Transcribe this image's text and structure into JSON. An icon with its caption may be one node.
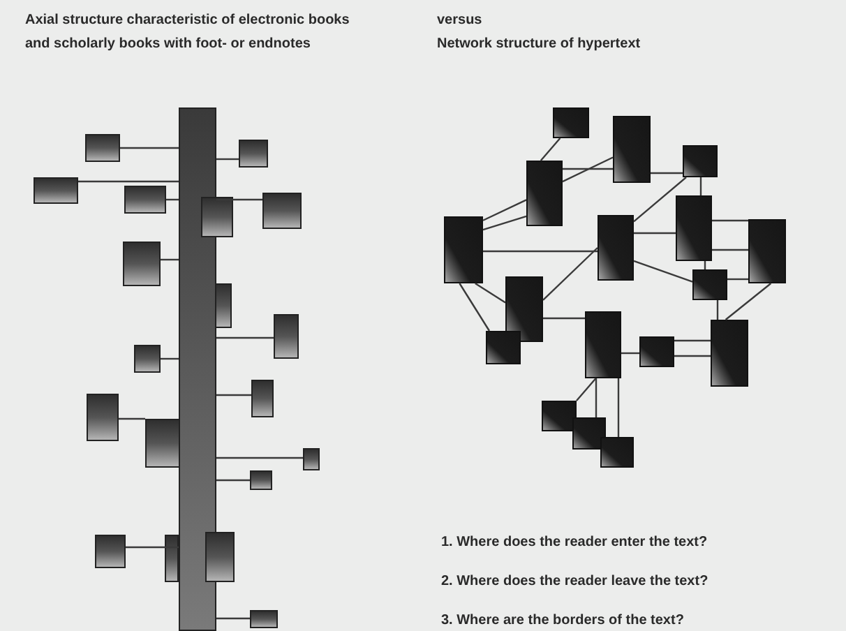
{
  "diagram": {
    "nodes": [
      {
        "text": [],
        "shape": "bar"
      },
      {
        "text": [],
        "shape": "box"
      },
      {
        "text": [],
        "shape": "box"
      },
      {
        "text": [],
        "shape": "box"
      },
      {
        "text": [],
        "shape": "box"
      },
      {
        "text": [],
        "shape": "box"
      },
      {
        "text": [],
        "shape": "box"
      },
      {
        "text": [],
        "shape": "box"
      },
      {
        "text": [],
        "shape": "box"
      },
      {
        "text": [],
        "shape": "box"
      },
      {
        "text": [],
        "shape": "box"
      },
      {
        "text": [],
        "shape": "box"
      },
      {
        "text": [],
        "shape": "box"
      },
      {
        "text": [],
        "shape": "box"
      },
      {
        "text": [],
        "shape": "box"
      },
      {
        "text": [],
        "shape": "box"
      },
      {
        "text": [],
        "shape": "box"
      },
      {
        "text": [],
        "shape": "box"
      },
      {
        "text": [],
        "shape": "box"
      },
      {
        "text": [],
        "shape": "box"
      },
      {
        "text": [],
        "shape": "box"
      },
      {
        "text": [],
        "shape": "box"
      },
      {
        "text": [],
        "shape": "box"
      },
      {
        "text": [],
        "shape": "box"
      },
      {
        "text": [],
        "shape": "box"
      },
      {
        "text": [],
        "shape": "box"
      },
      {
        "text": [],
        "shape": "box"
      },
      {
        "text": [],
        "shape": "box"
      },
      {
        "text": [],
        "shape": "box"
      },
      {
        "text": [],
        "shape": "box"
      },
      {
        "text": [],
        "shape": "box"
      },
      {
        "text": [],
        "shape": "box"
      },
      {
        "text": [],
        "shape": "box"
      },
      {
        "text": [],
        "shape": "box"
      },
      {
        "text": [],
        "shape": "box"
      },
      {
        "text": [],
        "shape": "box"
      },
      {
        "text": [],
        "shape": "box"
      }
    ],
    "edges": [
      {
        "from": 1,
        "to": 0,
        "arrow": "none"
      },
      {
        "from": 0,
        "to": 2,
        "arrow": "none"
      },
      {
        "from": 3,
        "to": 0,
        "arrow": "none"
      },
      {
        "from": 4,
        "to": 0,
        "arrow": "none"
      },
      {
        "from": 0,
        "to": 6,
        "arrow": "none"
      },
      {
        "from": 7,
        "to": 0,
        "arrow": "none"
      },
      {
        "from": 0,
        "to": 9,
        "arrow": "none"
      },
      {
        "from": 10,
        "to": 0,
        "arrow": "none"
      },
      {
        "from": 0,
        "to": 11,
        "arrow": "none"
      },
      {
        "from": 12,
        "to": 13,
        "arrow": "none"
      },
      {
        "from": 0,
        "to": 14,
        "arrow": "none"
      },
      {
        "from": 0,
        "to": 15,
        "arrow": "none"
      },
      {
        "from": 16,
        "to": 0,
        "arrow": "none"
      },
      {
        "from": 0,
        "to": 19,
        "arrow": "none"
      },
      {
        "from": 20,
        "to": 22,
        "arrow": "none"
      },
      {
        "from": 22,
        "to": 21,
        "arrow": "none"
      },
      {
        "from": 22,
        "to": 21,
        "arrow": "none"
      },
      {
        "from": 21,
        "to": 23,
        "arrow": "none"
      },
      {
        "from": 24,
        "to": 22,
        "arrow": "none"
      },
      {
        "from": 24,
        "to": 22,
        "arrow": "none"
      },
      {
        "from": 23,
        "to": 25,
        "arrow": "none"
      },
      {
        "from": 23,
        "to": 26,
        "arrow": "none"
      },
      {
        "from": 24,
        "to": 25,
        "arrow": "none"
      },
      {
        "from": 25,
        "to": 26,
        "arrow": "none"
      },
      {
        "from": 26,
        "to": 27,
        "arrow": "none"
      },
      {
        "from": 26,
        "to": 27,
        "arrow": "none"
      },
      {
        "from": 26,
        "to": 28,
        "arrow": "none"
      },
      {
        "from": 25,
        "to": 28,
        "arrow": "none"
      },
      {
        "from": 28,
        "to": 27,
        "arrow": "none"
      },
      {
        "from": 27,
        "to": 33,
        "arrow": "none"
      },
      {
        "from": 28,
        "to": 33,
        "arrow": "none"
      },
      {
        "from": 24,
        "to": 30,
        "arrow": "none"
      },
      {
        "from": 24,
        "to": 29,
        "arrow": "none"
      },
      {
        "from": 25,
        "to": 29,
        "arrow": "none"
      },
      {
        "from": 29,
        "to": 31,
        "arrow": "none"
      },
      {
        "from": 31,
        "to": 32,
        "arrow": "none"
      },
      {
        "from": 32,
        "to": 33,
        "arrow": "none"
      },
      {
        "from": 32,
        "to": 33,
        "arrow": "none"
      },
      {
        "from": 31,
        "to": 34,
        "arrow": "none"
      },
      {
        "from": 31,
        "to": 35,
        "arrow": "none"
      },
      {
        "from": 31,
        "to": 36,
        "arrow": "none"
      }
    ],
    "labels": [
      "Axial structure characteristic of electronic books and scholarly books with foot- or endnotes",
      "versus",
      "Network structure of hypertext",
      "1. Where does the reader enter the text?",
      "2. Where does the reader leave the text?",
      "3. Where are the borders of the text?"
    ]
  }
}
